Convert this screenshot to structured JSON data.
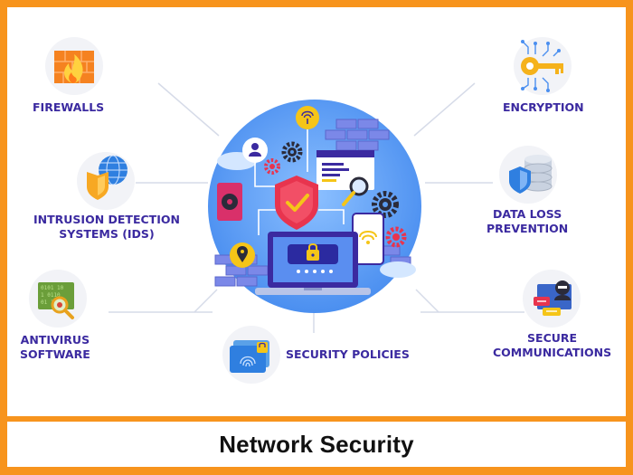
{
  "caption": "Network Security",
  "colors": {
    "border": "#f7941d",
    "label": "#3b2aa0",
    "hub": "#5a9bf0",
    "shield": "#e8344e",
    "accent": "#f5c518"
  },
  "nodes": [
    {
      "id": "firewalls",
      "lines": [
        "FIREWALLS"
      ],
      "icon": "firewall-icon"
    },
    {
      "id": "ids",
      "lines": [
        "INTRUSION DETECTION",
        "SYSTEMS (IDS)"
      ],
      "icon": "globe-shield-icon"
    },
    {
      "id": "antivirus",
      "lines": [
        "ANTIVIRUS",
        "SOFTWARE"
      ],
      "icon": "virus-scan-icon"
    },
    {
      "id": "policies",
      "lines": [
        "SECURITY POLICIES"
      ],
      "icon": "fingerprint-document-icon"
    },
    {
      "id": "encryption",
      "lines": [
        "ENCRYPTION"
      ],
      "icon": "circuit-key-icon"
    },
    {
      "id": "dlp",
      "lines": [
        "DATA LOSS",
        "PREVENTION"
      ],
      "icon": "database-shield-icon"
    },
    {
      "id": "comms",
      "lines": [
        "SECURE",
        "COMMUNICATIONS"
      ],
      "icon": "hacker-chat-icon"
    }
  ],
  "hub": {
    "icon": "network-security-hub-icon"
  }
}
